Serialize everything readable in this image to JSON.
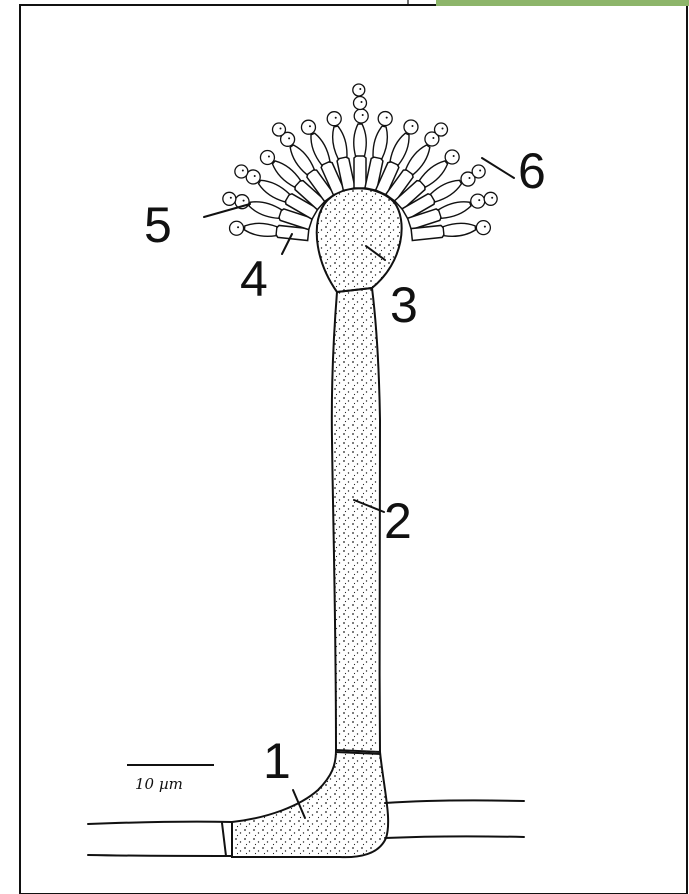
{
  "figure": {
    "labels": [
      {
        "id": "foot-cell",
        "text": "1"
      },
      {
        "id": "conidiophore-stalk",
        "text": "2"
      },
      {
        "id": "vesicle",
        "text": "3"
      },
      {
        "id": "metula",
        "text": "4"
      },
      {
        "id": "phialide",
        "text": "5"
      },
      {
        "id": "conidia",
        "text": "6"
      }
    ],
    "scale_bar": {
      "text": "10 µm"
    },
    "colors": {
      "ink": "#111111",
      "paper": "#ffffff",
      "corner_tab": "#8db56a"
    }
  }
}
